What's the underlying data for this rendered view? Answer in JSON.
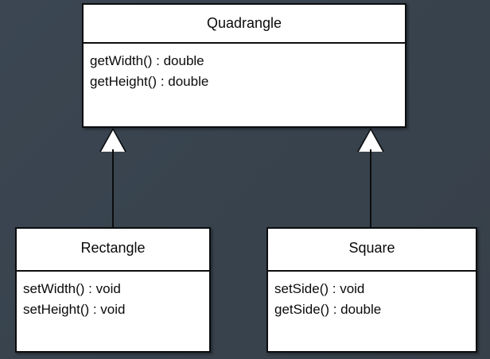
{
  "diagram": {
    "type": "uml-class-diagram",
    "background_color": "#39444f",
    "box_fill_color": "#ffffff",
    "line_color": "#0b0d0f",
    "relationship": "generalization"
  },
  "classes": {
    "quadrangle": {
      "name": "Quadrangle",
      "members": [
        "getWidth() : double",
        "getHeight() : double"
      ]
    },
    "rectangle": {
      "name": "Rectangle",
      "members": [
        "setWidth() : void",
        "setHeight() : void"
      ]
    },
    "square": {
      "name": "Square",
      "members": [
        "setSide() : void",
        "getSide() : double"
      ]
    }
  },
  "connectors": [
    {
      "from": "rectangle",
      "to": "quadrangle",
      "kind": "inheritance-arrow"
    },
    {
      "from": "square",
      "to": "quadrangle",
      "kind": "inheritance-arrow"
    }
  ]
}
